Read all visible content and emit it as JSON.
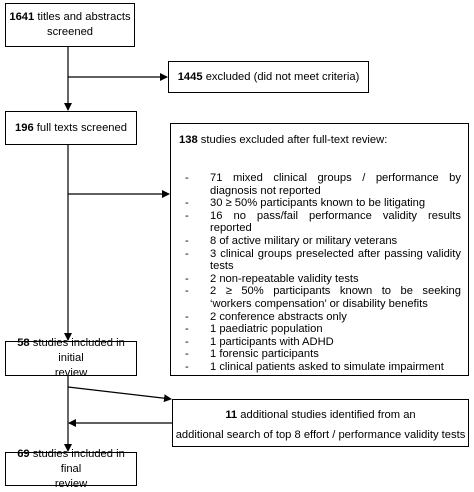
{
  "boxes": {
    "screened": {
      "count": "1641",
      "text": "titles and abstracts",
      "text2": "screened"
    },
    "excluded_initial": {
      "count": "1445",
      "text": "excluded (did not meet criteria)"
    },
    "full_texts": {
      "count": "196",
      "text": "full texts screened"
    },
    "excluded_fulltext": {
      "count": "138",
      "text": "studies excluded after full-text review:",
      "items": [
        "71 mixed clinical groups / performance by diagnosis not reported",
        "30 ≥ 50% participants known to be litigating",
        "16 no pass/fail performance validity results reported",
        "8 of active military or military veterans",
        "3 clinical groups preselected after passing validity tests",
        "2 non-repeatable validity tests",
        "2 ≥ 50% participants known to be seeking ‘workers compensation’ or disability benefits",
        "2 conference abstracts only",
        "1 paediatric population",
        "1 participants with ADHD",
        "1 forensic participants",
        "1 clinical patients asked to simulate impairment"
      ]
    },
    "initial_review": {
      "count": "58",
      "text": "studies included in initial",
      "text2": "review"
    },
    "additional": {
      "count": "11",
      "text": "additional studies identified from an",
      "text2": "additional search of top 8 effort / performance validity tests"
    },
    "final_review": {
      "count": "69",
      "text": "studies included in final",
      "text2": "review"
    }
  }
}
